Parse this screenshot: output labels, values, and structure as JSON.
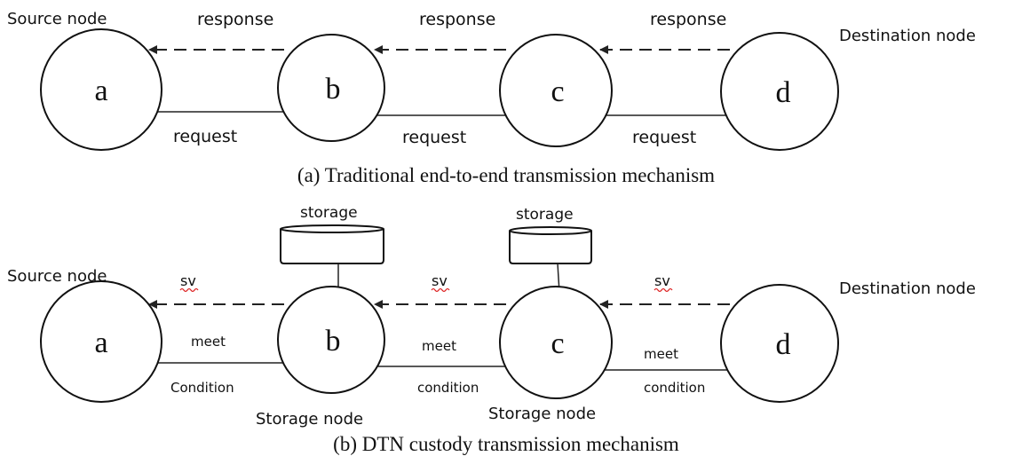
{
  "panel_a": {
    "source_label": "Source node",
    "destination_label": "Destination node",
    "response_labels": [
      "response",
      "response",
      "response"
    ],
    "request_labels": [
      "request",
      "request",
      "request"
    ],
    "nodes": [
      "a",
      "b",
      "c",
      "d"
    ],
    "caption": "(a) Traditional end-to-end transmission mechanism"
  },
  "panel_b": {
    "source_label": "Source node",
    "destination_label": "Destination node",
    "storage_labels": [
      "storage",
      "storage"
    ],
    "sv_labels": [
      "sv",
      "sv",
      "sv"
    ],
    "meet_labels": [
      "meet",
      "meet",
      "meet"
    ],
    "condition_labels": [
      "Condition",
      "condition",
      "condition"
    ],
    "storage_node_labels": [
      "Storage node",
      "Storage node"
    ],
    "nodes": [
      "a",
      "b",
      "c",
      "d"
    ],
    "caption": "(b) DTN custody transmission mechanism"
  }
}
